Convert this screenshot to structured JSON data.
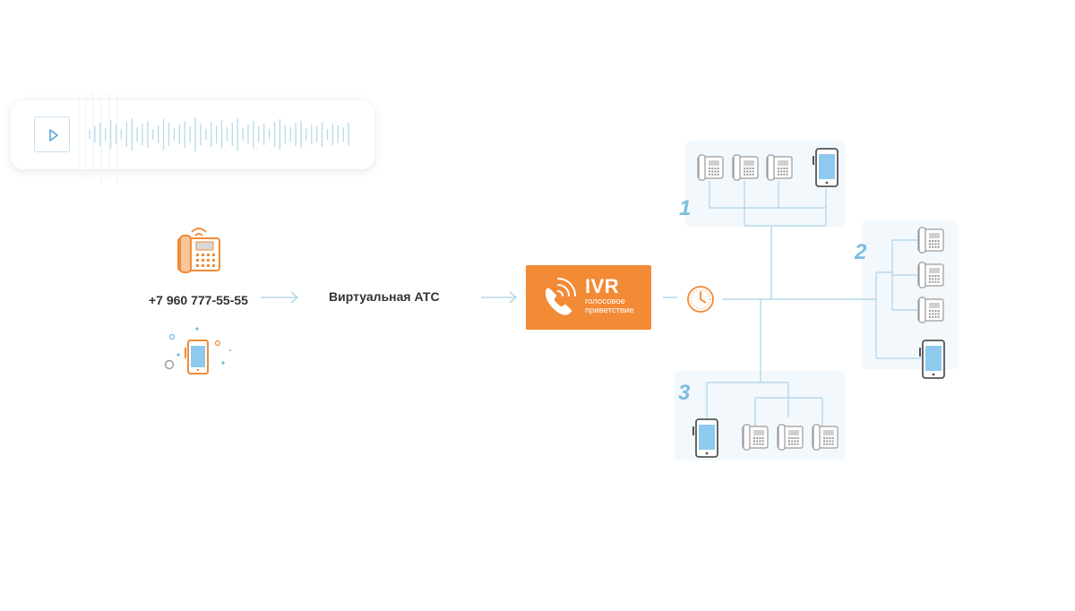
{
  "caller": {
    "phone_number": "+7 960 777-55-55"
  },
  "pbx": {
    "label": "Виртуальная АТС"
  },
  "ivr": {
    "title": "IVR",
    "subtitle_line1": "голосовое",
    "subtitle_line2": "приветствие"
  },
  "groups": [
    {
      "number": "1"
    },
    {
      "number": "2"
    },
    {
      "number": "3"
    }
  ],
  "colors": {
    "accent_orange": "#f28a36",
    "line_blue": "#b7d8ec",
    "number_blue": "#7dbde2",
    "group_bg": "#f3f8fc",
    "phone_gray": "#9a9a9a",
    "screen_blue": "#8ec9ee"
  }
}
